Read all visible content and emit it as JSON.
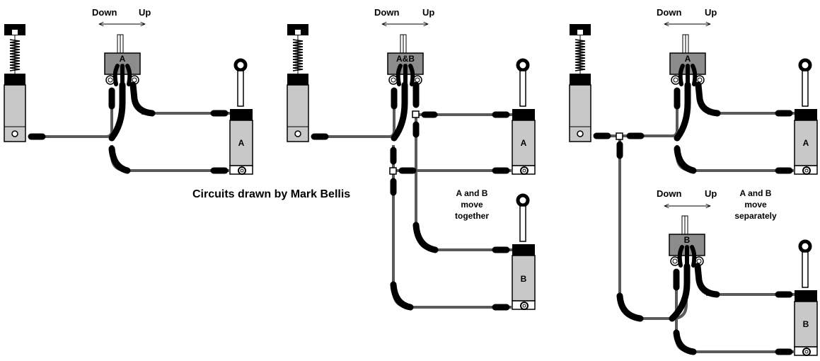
{
  "labels": {
    "down": "Down",
    "up": "Up",
    "credit": "Circuits drawn by Mark Bellis",
    "note_together_1": "A and B",
    "note_together_2": "move",
    "note_together_3": "together",
    "note_separately_1": "A and B",
    "note_separately_2": "move",
    "note_separately_3": "separately"
  },
  "valves": {
    "v1": "A",
    "v2": "A&B",
    "v3a": "A",
    "v3b": "B"
  },
  "cylinders": {
    "c1": "A",
    "c2a": "A",
    "c2b": "B",
    "c3a": "A",
    "c3b": "B"
  },
  "colors": {
    "pipe": "#5a5a5a",
    "body": "#c8c8c8",
    "valve": "#8c8c8c",
    "hose": "#000000"
  }
}
